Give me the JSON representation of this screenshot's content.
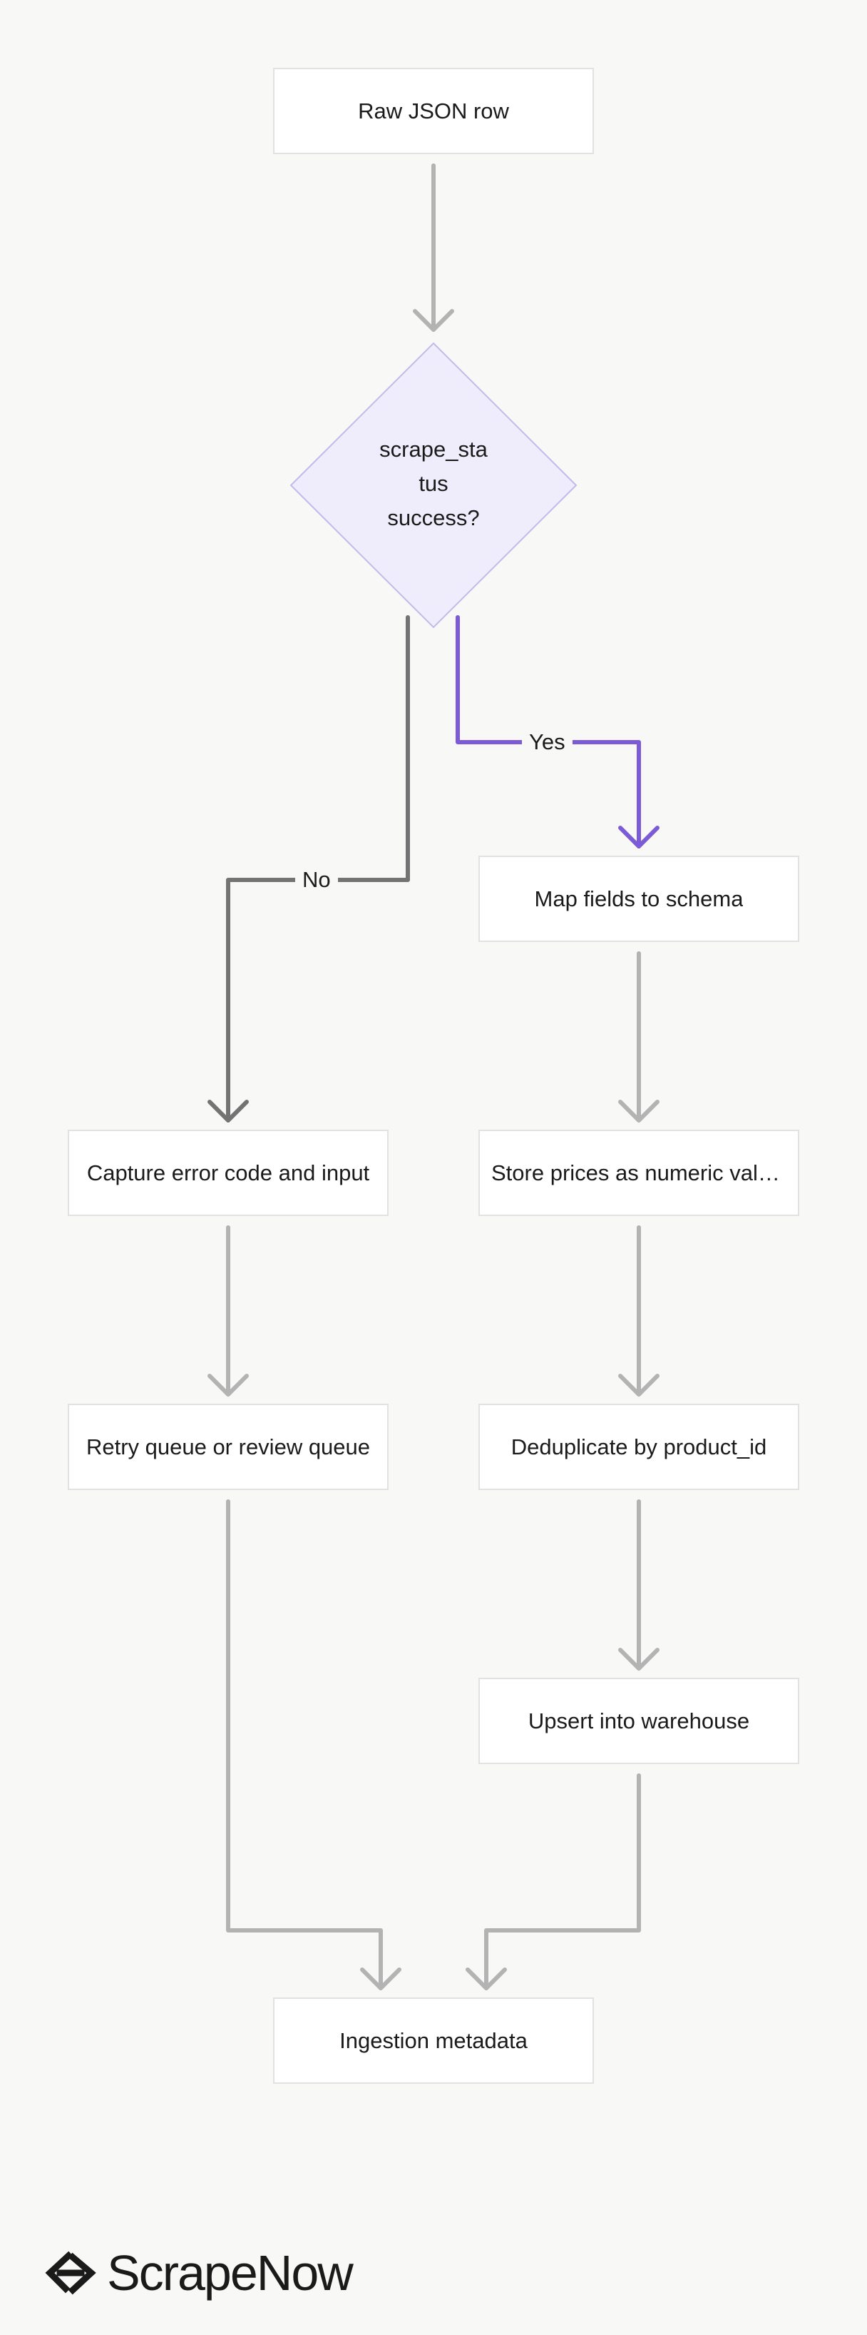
{
  "diagram": {
    "nodes": {
      "start": "Raw JSON row",
      "decision_lines": [
        "scrape_sta",
        "tus",
        "success?"
      ],
      "map_fields": "Map fields to schema",
      "store_prices": "Store prices as numeric values",
      "dedupe": "Deduplicate by product_id",
      "upsert": "Upsert into warehouse",
      "capture_error": "Capture error code and input",
      "retry_queue": "Retry queue or review queue",
      "metadata": "Ingestion metadata"
    },
    "edge_labels": {
      "yes": "Yes",
      "no": "No"
    }
  },
  "colors": {
    "accent_purple": "#7d5bd6",
    "no_branch_gray": "#737373",
    "default_edge": "#b3b3b3",
    "decision_fill": "#efedfb",
    "decision_stroke": "#c4b8ec"
  },
  "brand": {
    "name": "ScrapeNow",
    "logo_icon": "scrapenow-logo-icon"
  }
}
